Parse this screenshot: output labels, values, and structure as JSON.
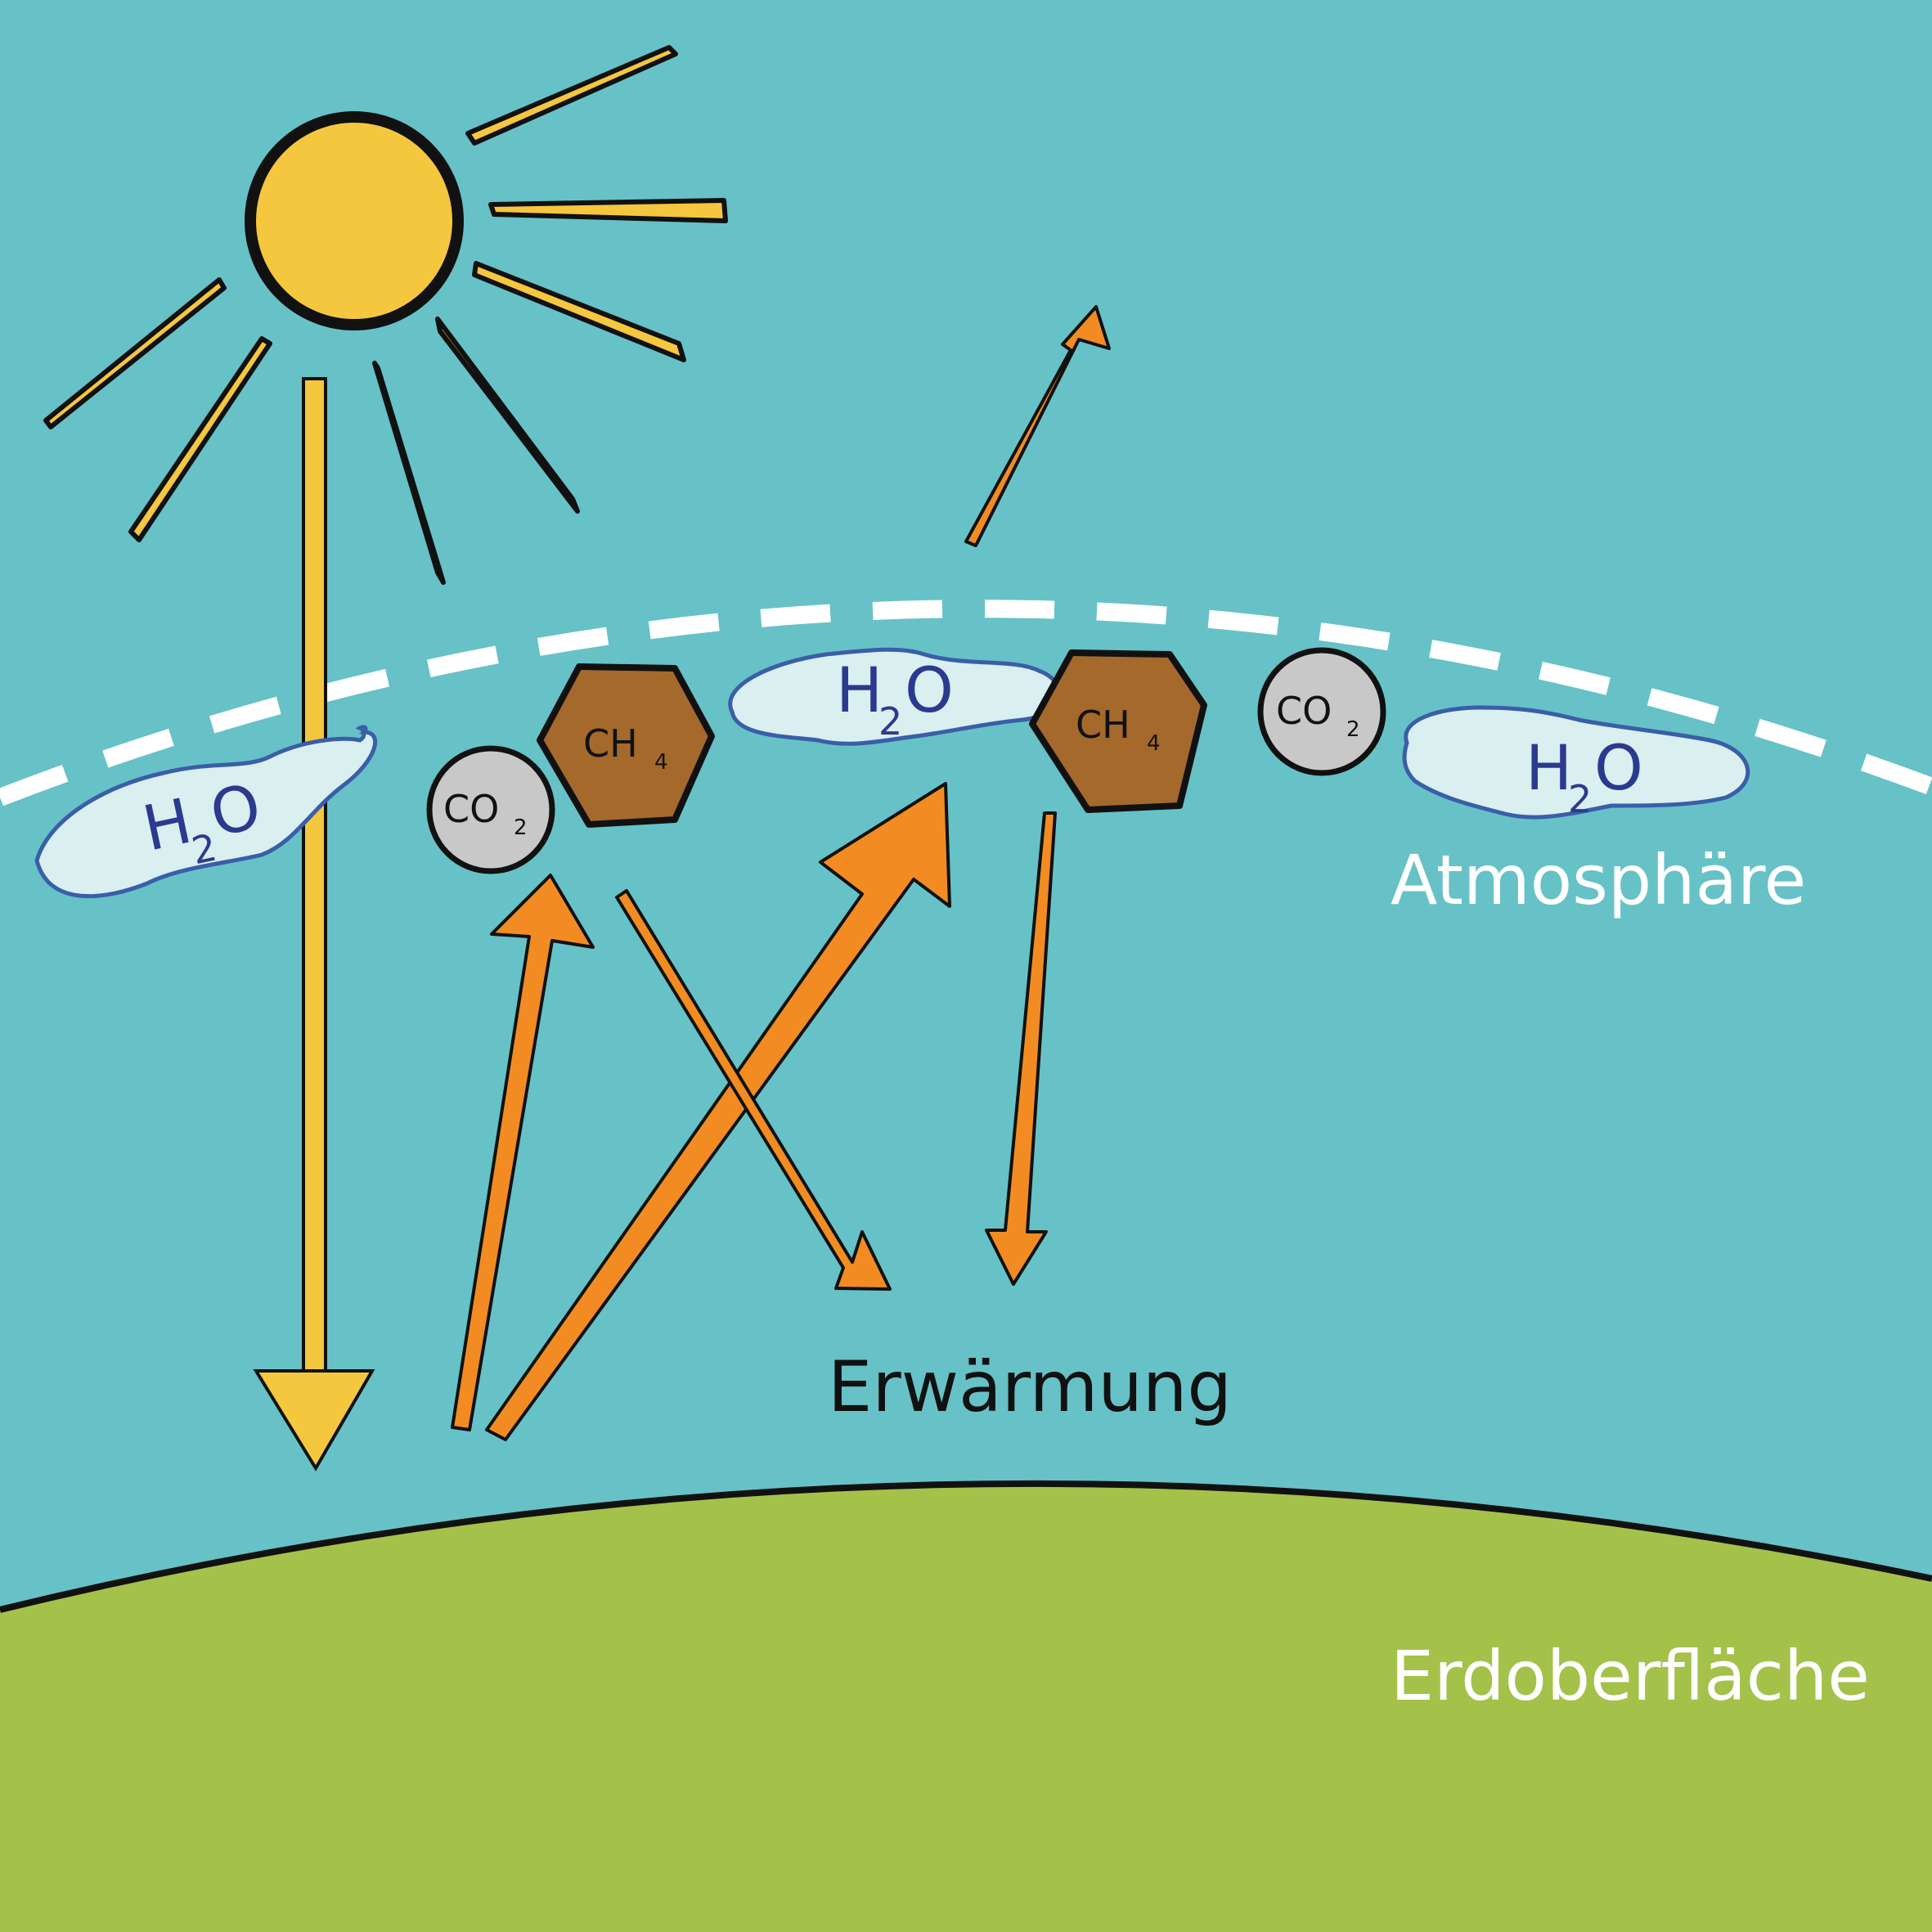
{
  "labels": {
    "atmosphere": "Atmosphäre",
    "surface": "Erdoberfläche",
    "warming": "Erwärmung"
  },
  "molecules": {
    "water": {
      "main": "H",
      "sub": "2",
      "tail": "O"
    },
    "carbon_dioxide": {
      "main": "CO",
      "sub": "2"
    },
    "methane": {
      "main": "CH",
      "sub": "4"
    }
  },
  "colors": {
    "sky": "#66c2c7",
    "ground": "#a4c14a",
    "sun": "#f5c73e",
    "sun_arrow": "#f5c73e",
    "heat_arrow": "#f28c22",
    "methane": "#a5692c",
    "co2": "#c8c8c8",
    "cloud": "#d9eff0",
    "cloud_outline": "#3a5ea8",
    "boundary": "#ffffff"
  },
  "icons": {
    "sun": "sun-icon",
    "cloud": "cloud-icon"
  }
}
